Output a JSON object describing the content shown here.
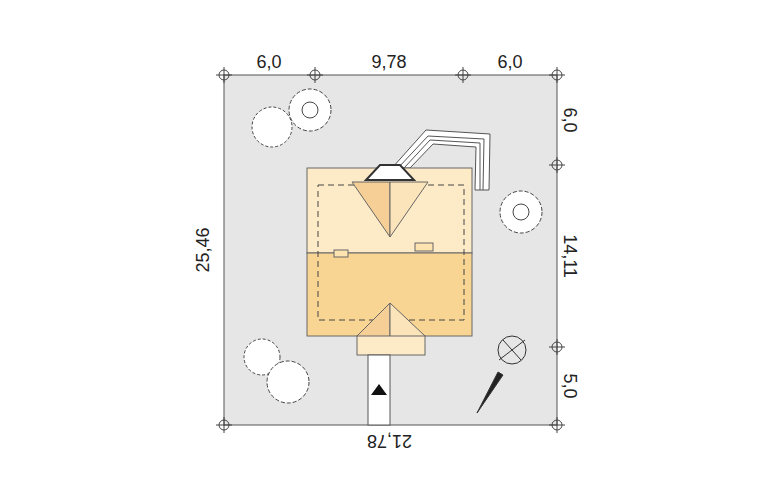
{
  "diagram": {
    "labels": [
      "6,0",
      "9,78",
      "6,0",
      "25,46",
      "6,0",
      "14,11",
      "5,0",
      "21,78"
    ]
  }
}
